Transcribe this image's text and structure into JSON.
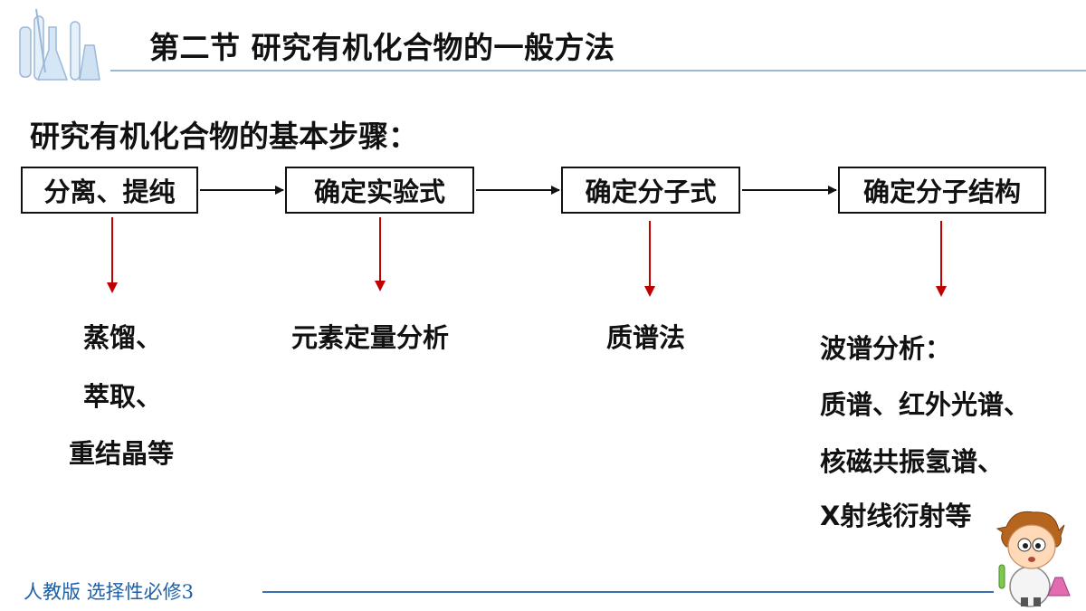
{
  "header": {
    "title": "第二节 研究有机化合物的一般方法"
  },
  "subtitle": "研究有机化合物的基本步骤：",
  "steps": [
    {
      "label": "分离、提纯"
    },
    {
      "label": "确定实验式"
    },
    {
      "label": "确定分子式"
    },
    {
      "label": "确定分子结构"
    }
  ],
  "methods": {
    "separation": [
      "蒸馏、",
      "萃取、",
      "重结晶等"
    ],
    "empirical": "元素定量分析",
    "molecular": "质谱法",
    "structure": [
      "波谱分析：",
      "质谱、红外光谱、",
      "核磁共振氢谱、",
      "X射线衍射等"
    ]
  },
  "footer": {
    "text": "人教版 选择性必修3"
  },
  "colors": {
    "flow_arrow": "#111111",
    "method_arrow": "#c00000",
    "footer": "#1f5fa8",
    "title_rule": "#9fb6d9"
  }
}
